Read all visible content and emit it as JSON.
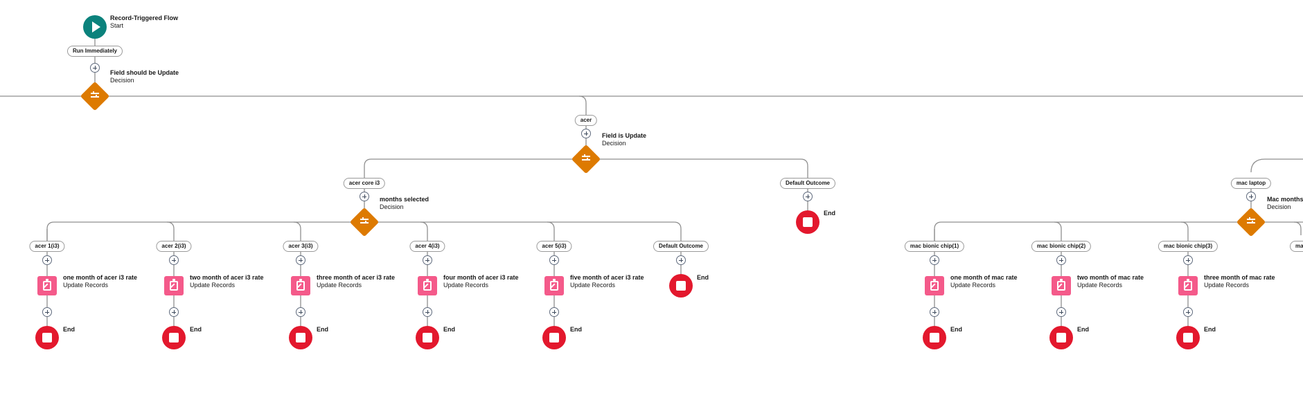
{
  "start": {
    "title": "Record-Triggered Flow",
    "subtitle": "Start"
  },
  "run_pill": {
    "label": "Run Immediately"
  },
  "decisions": {
    "d1": {
      "title": "Field should be Update",
      "subtitle": "Decision"
    },
    "d2": {
      "title": "Field is Update",
      "subtitle": "Decision"
    },
    "d3": {
      "title": "months selected",
      "subtitle": "Decision"
    },
    "d4": {
      "title": "Mac months",
      "subtitle": "Decision"
    }
  },
  "outcome_pills": {
    "acer": "acer",
    "acer_core_i3": "acer core i3",
    "default_outcome_1": "Default Outcome",
    "mac_laptop": "mac laptop",
    "acer_1": "acer 1(i3)",
    "acer_2": "acer 2(i3)",
    "acer_3": "acer 3(i3)",
    "acer_4": "acer 4(i3)",
    "acer_5": "acer 5(i3)",
    "default_outcome_2": "Default Outcome",
    "mac_1": "mac bionic chip(1)",
    "mac_2": "mac bionic chip(2)",
    "mac_3": "mac bionic chip(3)",
    "mac_4": "mac"
  },
  "updates": {
    "u1": {
      "title": "one month of acer i3 rate",
      "subtitle": "Update Records"
    },
    "u2": {
      "title": "two month of acer i3 rate",
      "subtitle": "Update Records"
    },
    "u3": {
      "title": "three month of acer i3 rate",
      "subtitle": "Update Records"
    },
    "u4": {
      "title": "four month of acer i3 rate",
      "subtitle": "Update Records"
    },
    "u5": {
      "title": "five month of acer i3 rate",
      "subtitle": "Update Records"
    },
    "u6": {
      "title": "one month of mac rate",
      "subtitle": "Update Records"
    },
    "u7": {
      "title": "two month of mac rate",
      "subtitle": "Update Records"
    },
    "u8": {
      "title": "three month of mac rate",
      "subtitle": "Update Records"
    }
  },
  "end_label": "End",
  "colors": {
    "start": "#0b827c",
    "decision": "#dd7a01",
    "update": "#f45a8a",
    "end": "#e3182d",
    "connector": "#8f8f8f"
  },
  "icons": {
    "start": "play-icon",
    "decision": "decision-icon",
    "update": "update-records-icon",
    "end": "stop-icon",
    "add": "add-element-icon"
  }
}
